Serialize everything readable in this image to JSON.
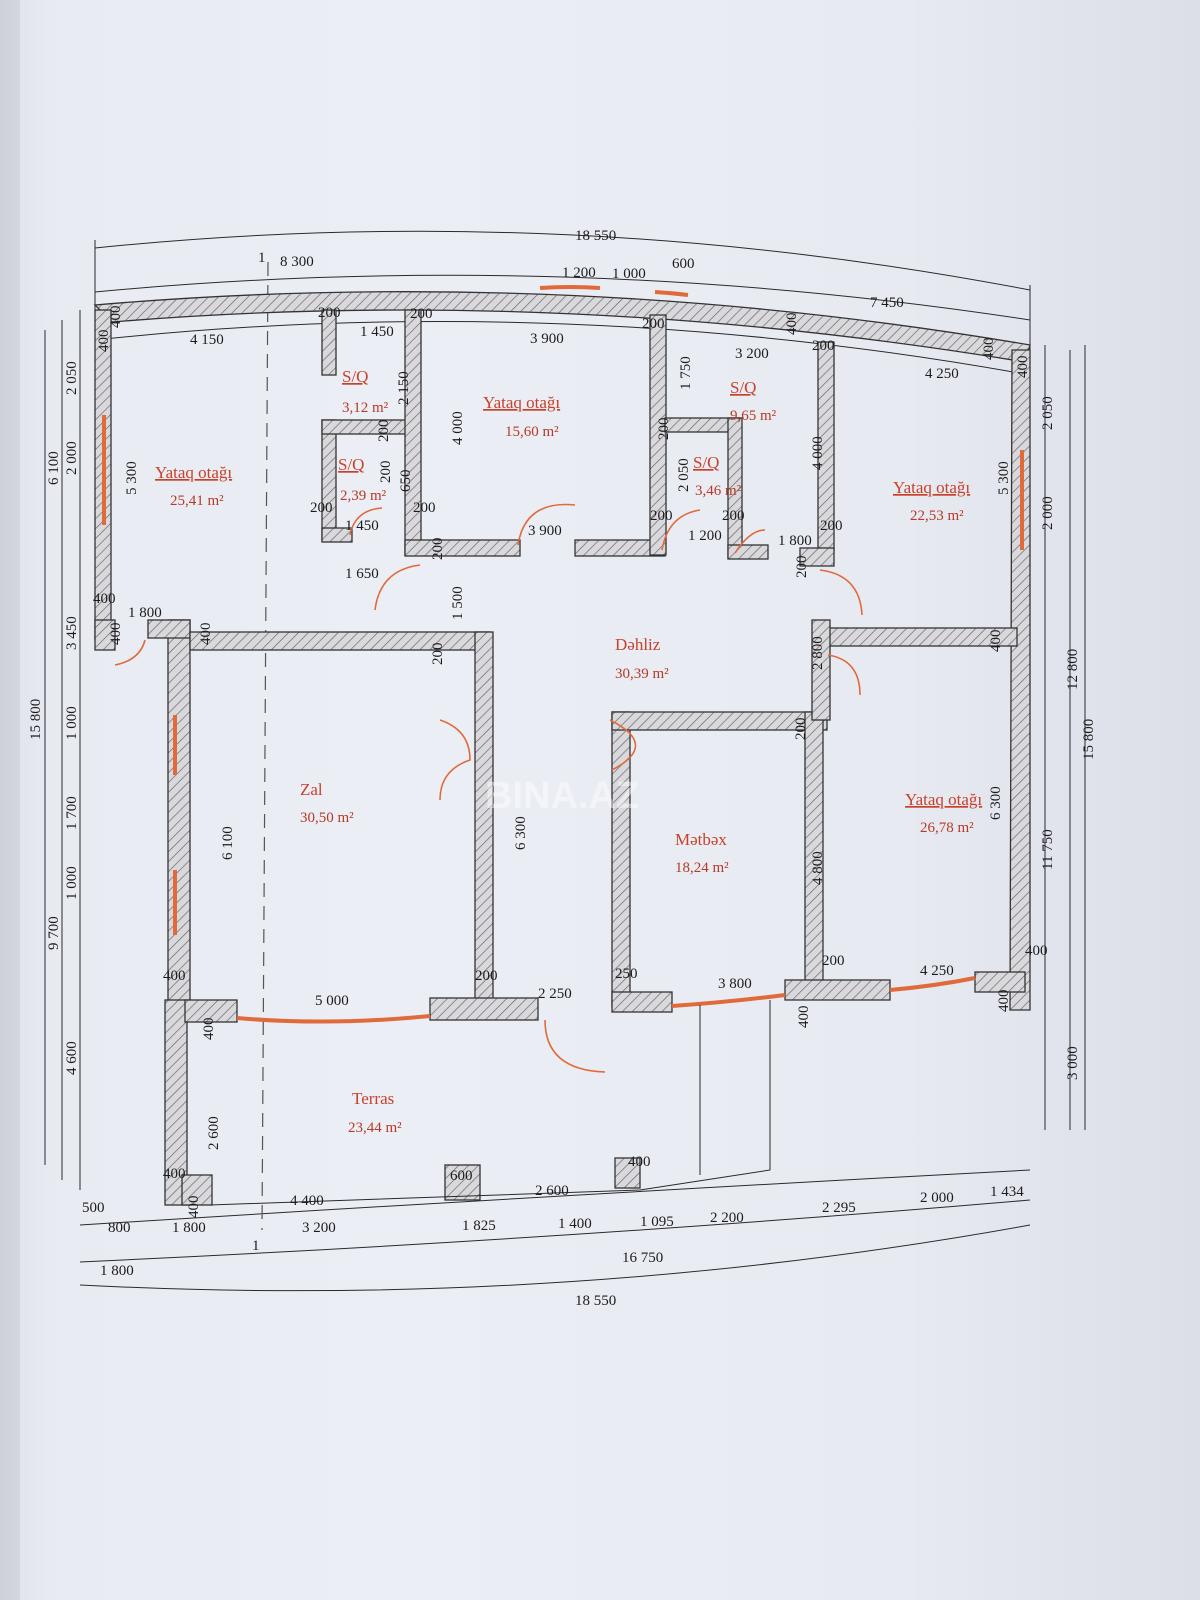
{
  "rooms": {
    "bed1": {
      "name": "Yataq otağı",
      "area": "25,41 m²"
    },
    "su1": {
      "name": "S/Q",
      "area": "3,12 m²"
    },
    "su2": {
      "name": "S/Q",
      "area": "2,39 m²"
    },
    "bed2": {
      "name": "Yataq otağı",
      "area": "15,60 m²"
    },
    "su3": {
      "name": "S/Q",
      "area": "9,65 m²"
    },
    "su4": {
      "name": "S/Q",
      "area": "3,46 m²"
    },
    "bed3": {
      "name": "Yataq otağı",
      "area": "22,53 m²"
    },
    "hall": {
      "name": "Dəhliz",
      "area": "30,39 m²"
    },
    "zal": {
      "name": "Zal",
      "area": "30,50 m²"
    },
    "kitchen": {
      "name": "Mətbəx",
      "area": "18,24 m²"
    },
    "bed4": {
      "name": "Yataq otağı",
      "area": "26,78 m²"
    },
    "terrace": {
      "name": "Terras",
      "area": "23,44 m²"
    }
  },
  "watermark": "BINA.AZ",
  "section_mark": "1",
  "dims": {
    "top_total": "18 550",
    "top_left": "8 300",
    "top_mid1": "1 200",
    "top_mid2": "1 000",
    "top_600": "600",
    "top_right": "7 450",
    "r1_a": "4 150",
    "r1_b": "1 450",
    "r1_c": "3 900",
    "r1_d": "3 200",
    "r1_e": "4 250",
    "w200": "200",
    "w400": "400",
    "su_h1": "2 150",
    "su_h2": "650",
    "su_h3": "1 750",
    "su_h4": "2 050",
    "bed2_h": "4 000",
    "bed3_h": "4 000",
    "bed1_h": "5 300",
    "bed3_h2": "5 300",
    "r2_a": "1 450",
    "r2_b": "3 900",
    "r2_c": "1 200",
    "r2_d": "1 800",
    "r2_e": "1 650",
    "hall_h": "1 500",
    "hall_w": "1 800",
    "hall_h2": "2 800",
    "zal_h": "6 100",
    "corr_h": "6 300",
    "kit_h": "4 800",
    "bed4_h": "6 300",
    "r3_a": "5 000",
    "r3_b": "2 250",
    "r3_c": "3 800",
    "r3_d": "4 250",
    "r3_250": "250",
    "ter_h": "2 600",
    "r4_a": "4 400",
    "r4_b": "600",
    "r4_c": "2 600",
    "r4_d": "400",
    "bot1_a": "500",
    "bot1_b": "800",
    "bot1_c": "1 800",
    "bot1_d": "3 200",
    "bot1_e": "1 825",
    "bot1_f": "1 400",
    "bot1_g": "1 095",
    "bot1_h": "2 200",
    "bot1_i": "2 295",
    "bot1_j": "2 000",
    "bot1_k": "1 434",
    "bot2_a": "1 800",
    "bot2_b": "16 750",
    "bot3": "18 550",
    "left_a": "2 050",
    "left_b": "2 000",
    "left_c": "6 100",
    "left_d": "3 450",
    "left_e": "1 000",
    "left_f": "1 700",
    "left_g": "1 000",
    "left_h": "4 600",
    "left_i": "9 700",
    "left_j": "15 800",
    "right_a": "2 050",
    "right_b": "2 000",
    "right_c": "12 800",
    "right_d": "11 750",
    "right_e": "3 000",
    "right_f": "15 800"
  }
}
